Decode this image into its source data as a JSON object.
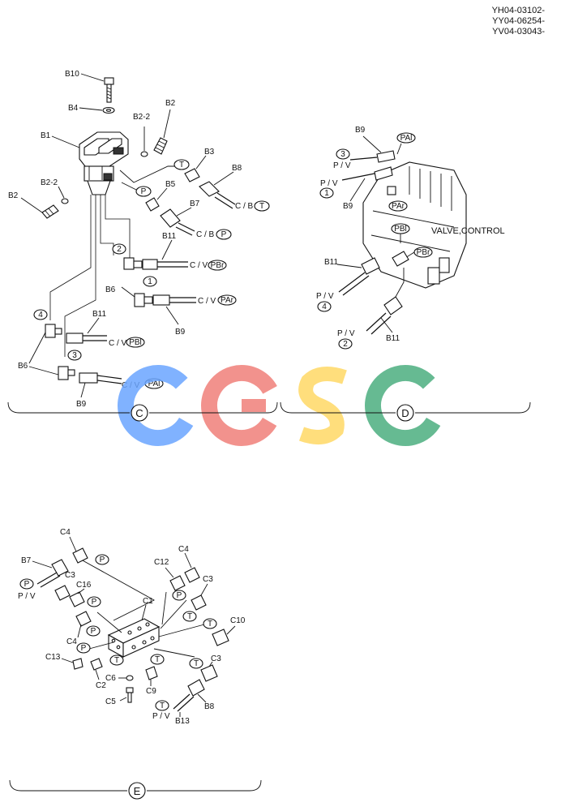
{
  "header_refs": [
    "YH04-03102-",
    "YY04-06254-",
    "YV04-03043-"
  ],
  "watermark": {
    "letters": [
      "C",
      "G",
      "S",
      "C"
    ],
    "colors": [
      "#6aa5ff",
      "#f0807a",
      "#ffd966",
      "#4caf80"
    ]
  },
  "sections": {
    "C": {
      "marker": "C"
    },
    "D": {
      "marker": "D",
      "title": "VALVE,CONTROL"
    },
    "E": {
      "marker": "E"
    }
  },
  "labels": {
    "B10": "B10",
    "B4": "B4",
    "B1": "B1",
    "B2_2": "B2-2",
    "B2": "B2",
    "B3": "B3",
    "B5": "B5",
    "B6": "B6",
    "B7": "B7",
    "B8": "B8",
    "B9": "B9",
    "B11": "B11",
    "B13": "B13",
    "C1": "C1",
    "C2": "C2",
    "C3": "C3",
    "C4": "C4",
    "C5": "C5",
    "C6": "C6",
    "C9": "C9",
    "C10": "C10",
    "C12": "C12",
    "C13": "C13",
    "C16": "C16"
  },
  "tags": {
    "T": "T",
    "P": "P",
    "PAl": "PAl",
    "PAr": "PAr",
    "PBl": "PBl",
    "PBr": "PBr",
    "n1": "1",
    "n2": "2",
    "n3": "3",
    "n4": "4"
  },
  "dest": {
    "CB": "C / B",
    "CV": "C / V",
    "PV": "P / V"
  }
}
